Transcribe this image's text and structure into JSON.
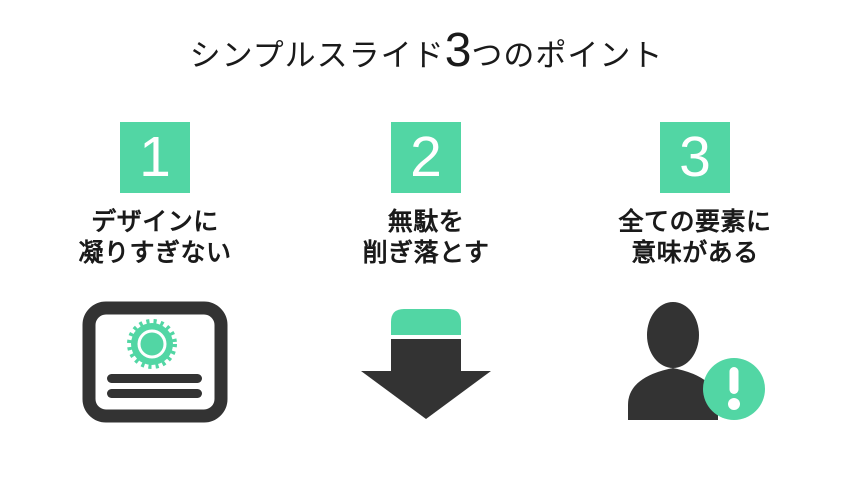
{
  "title": {
    "prefix": "シンプルスライド",
    "big_number": "3",
    "suffix": "つのポイント"
  },
  "colors": {
    "accent": "#52d6a4",
    "dark": "#333333",
    "text": "#1a1a1a",
    "background": "#ffffff"
  },
  "points": [
    {
      "number": "1",
      "line1": "デザインに",
      "line2": "凝りすぎない",
      "icon": "certificate-icon"
    },
    {
      "number": "2",
      "line1": "無駄を",
      "line2": "削ぎ落とす",
      "icon": "down-arrow-icon"
    },
    {
      "number": "3",
      "line1": "全ての要素に",
      "line2": "意味がある",
      "icon": "person-alert-icon"
    }
  ]
}
